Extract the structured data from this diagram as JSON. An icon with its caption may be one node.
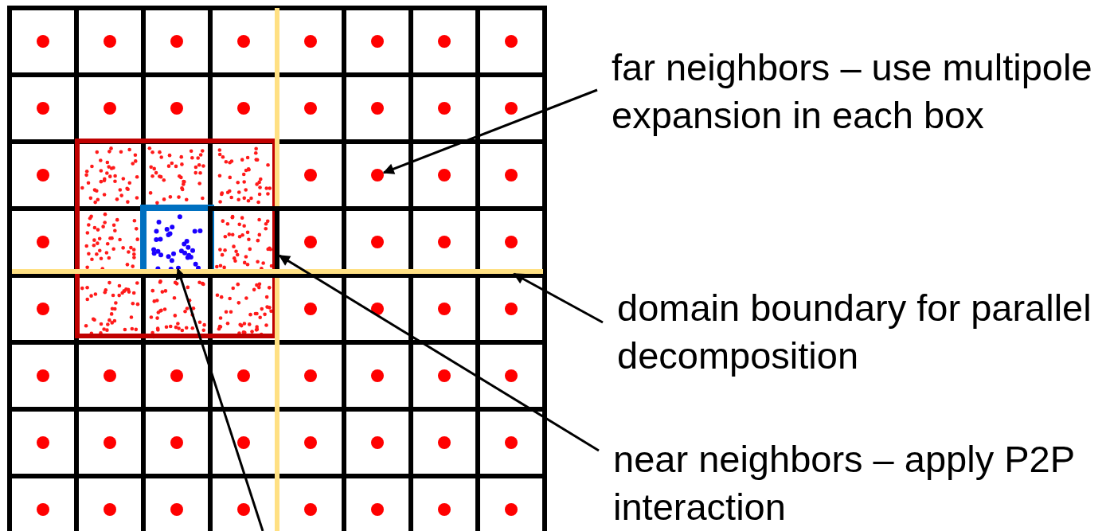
{
  "diagram": {
    "nodes": [
      {
        "text": [
          "far neighbors – use multipole expansion in each box"
        ]
      },
      {
        "text": [],
        "shape": "circle"
      },
      {
        "text": [],
        "shape": "box"
      },
      {
        "text": [],
        "shape": "box"
      },
      {
        "text": [],
        "shape": "bar"
      },
      {
        "text": [
          "domain boundary for parallel decomposition"
        ]
      },
      {
        "text": [
          "near neighbors – apply P2P interaction"
        ]
      }
    ],
    "edges": [
      {
        "from": 0,
        "to": 1,
        "arrow": "to"
      },
      {
        "from": 5,
        "to": 4,
        "arrow": "to"
      },
      {
        "from": 6,
        "to": 3,
        "arrow": "to"
      },
      {
        "from": null,
        "to": 2,
        "arrow": "to"
      }
    ]
  }
}
